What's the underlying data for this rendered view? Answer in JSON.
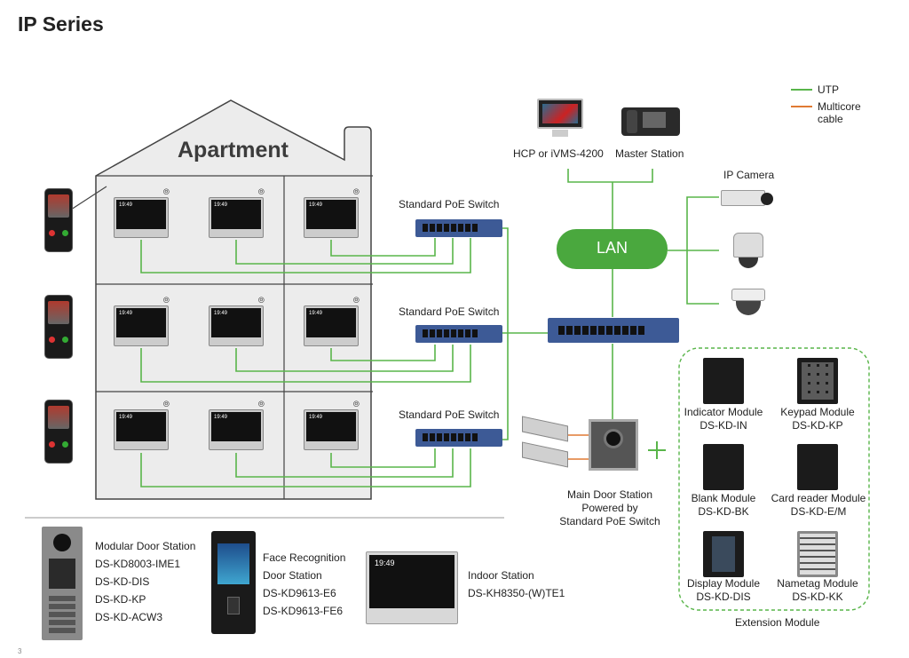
{
  "page": {
    "title": "IP Series",
    "page_number": "3"
  },
  "legend": [
    {
      "label": "UTP",
      "color": "#59b54a"
    },
    {
      "label": "Multicore cable",
      "color": "#e07a33"
    }
  ],
  "apartment": {
    "label": "Apartment"
  },
  "switches": {
    "top": "Standard PoE Switch",
    "mid": "Standard PoE Switch",
    "bot": "Standard PoE Switch"
  },
  "hcp": "HCP or iVMS-4200",
  "master": "Master Station",
  "lan": "LAN",
  "ip_camera": "IP Camera",
  "main_door": {
    "line1": "Main Door Station",
    "line2": "Powered by",
    "line3": "Standard PoE Switch"
  },
  "modules": [
    {
      "name": "Indicator Module",
      "model": "DS-KD-IN"
    },
    {
      "name": "Keypad Module",
      "model": "DS-KD-KP"
    },
    {
      "name": "Blank Module",
      "model": "DS-KD-BK"
    },
    {
      "name": "Card reader Module",
      "model": "DS-KD-E/M"
    },
    {
      "name": "Display Module",
      "model": "DS-KD-DIS"
    },
    {
      "name": "Nametag Module",
      "model": "DS-KD-KK"
    }
  ],
  "extension_label": "Extension Module",
  "products": {
    "modular": [
      "Modular Door Station",
      "DS-KD8003-IME1",
      "DS-KD-DIS",
      "DS-KD-KP",
      "DS-KD-ACW3"
    ],
    "face": [
      "Face Recognition",
      "Door Station",
      "DS-KD9613-E6",
      "DS-KD9613-FE6"
    ],
    "indoor": [
      "Indoor Station",
      "DS-KH8350-(W)TE1"
    ]
  },
  "screen_time": "19:49",
  "monitor_time": "19:49",
  "colors": {
    "utp": "#59b54a",
    "multicore": "#e07a33",
    "lan": "#4aa83e",
    "switch": "#3d5a96"
  }
}
